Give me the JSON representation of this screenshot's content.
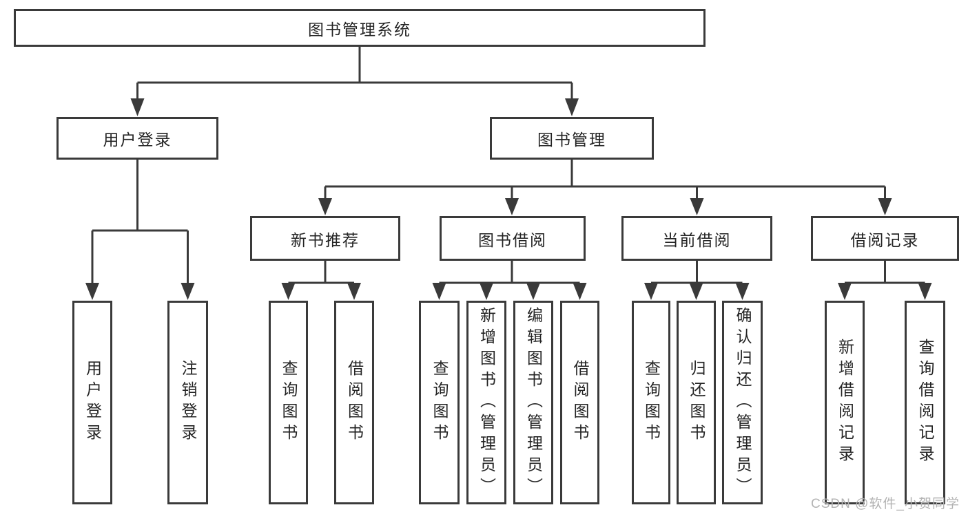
{
  "tree": {
    "label": "图书管理系统",
    "children": [
      {
        "label": "用户登录",
        "children": [
          {
            "label": "用户登录"
          },
          {
            "label": "注销登录"
          }
        ]
      },
      {
        "label": "图书管理",
        "children": [
          {
            "label": "新书推荐",
            "children": [
              {
                "label": "查询图书"
              },
              {
                "label": "借阅图书"
              }
            ]
          },
          {
            "label": "图书借阅",
            "children": [
              {
                "label": "查询图书"
              },
              {
                "label": "新增图书（管理员）"
              },
              {
                "label": "编辑图书（管理员）"
              },
              {
                "label": "借阅图书"
              }
            ]
          },
          {
            "label": "当前借阅",
            "children": [
              {
                "label": "查询图书"
              },
              {
                "label": "归还图书"
              },
              {
                "label": "确认归还（管理员）"
              }
            ]
          },
          {
            "label": "借阅记录",
            "children": [
              {
                "label": "新增借阅记录"
              },
              {
                "label": "查询借阅记录"
              }
            ]
          }
        ]
      }
    ]
  },
  "watermark": {
    "text": "CSDN @软件_小贺同学"
  },
  "colors": {
    "line": "#3a3a3a",
    "border": "#3a3a3a",
    "box_fill": "#ffffff",
    "text": "#242424",
    "watermark": "#b3b3b3",
    "background": "#ffffff"
  }
}
